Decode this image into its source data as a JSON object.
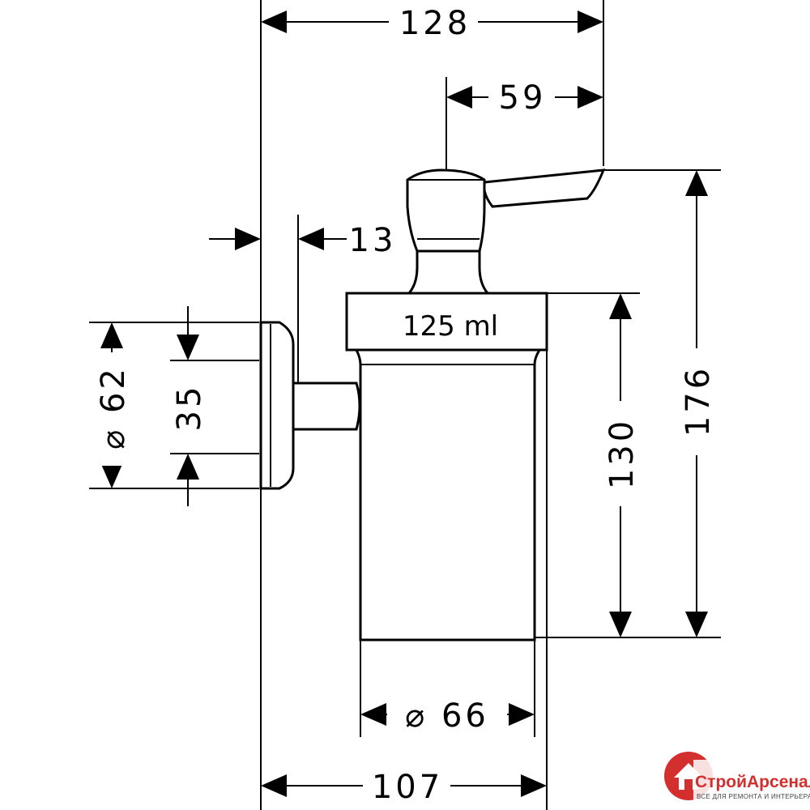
{
  "dimensions": {
    "total_depth": "128",
    "spout_reach": "59",
    "wall_offset": "13",
    "rosette_diameter": "⌀ 62",
    "mount_height": "35",
    "body_height": "130",
    "total_height": "176",
    "glass_diameter": "⌀ 66",
    "projection": "107"
  },
  "product": {
    "capacity_label": "125 ml"
  },
  "watermark": {
    "brand": "СтройАрсенал",
    "tagline": "ВСЕ ДЛЯ РЕМОНТА И ИНТЕРЬЕРА",
    "brand_color": "#d32f2f"
  }
}
